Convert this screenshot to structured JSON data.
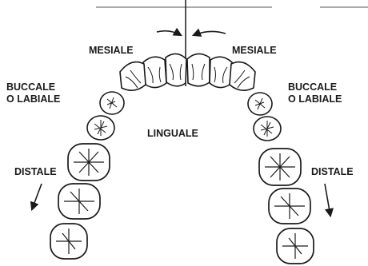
{
  "labels": {
    "mesial_left": "MESIALE",
    "mesial_right": "MESIALE",
    "buccal_left_line1": "BUCCALE",
    "buccal_left_line2": "O LABIALE",
    "buccal_right_line1": "BUCCALE",
    "buccal_right_line2": "O LABIALE",
    "lingual": "LINGUALE",
    "distal_left": "DISTALE",
    "distal_right": "DISTALE"
  },
  "colors": {
    "ink": "#1a1a1a",
    "background": "#ffffff",
    "tooth_fill": "#ffffff"
  }
}
